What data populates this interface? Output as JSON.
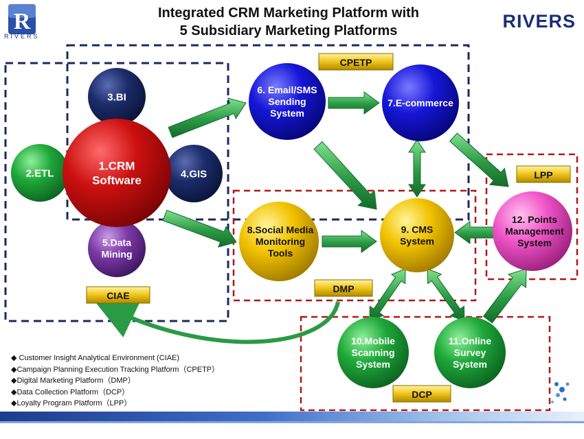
{
  "header": {
    "title_line1": "Integrated CRM Marketing Platform with",
    "title_line2": "5 Subsidiary Marketing Platforms",
    "brand": "RIVERS",
    "logo_letter": "R",
    "logo_word": "RIVERS"
  },
  "nodes": {
    "bi": [
      "3.BI"
    ],
    "etl": [
      "2.ETL"
    ],
    "crm": [
      "1.CRM",
      "Software"
    ],
    "gis": [
      "4.GIS"
    ],
    "mining": [
      "5.Data",
      "Mining"
    ],
    "email": [
      "6. Email/SMS",
      "Sending",
      "System"
    ],
    "ecommerce": [
      "7.E-commerce"
    ],
    "social": [
      "8.Social Media",
      "Monitoring",
      "Tools"
    ],
    "cms": [
      "9. CMS",
      "System"
    ],
    "points": [
      "12. Points",
      "Management",
      "System"
    ],
    "mobile": [
      "10.Mobile",
      "Scanning",
      "System"
    ],
    "survey": [
      "11.Online",
      "Survey",
      "System"
    ]
  },
  "platform_labels": {
    "ciae": "CIAE",
    "cpetp": "CPETP",
    "lpp": "LPP",
    "dmp": "DMP",
    "dcp": "DCP"
  },
  "legend": [
    "◆ Customer Insight Analytical Environment (CIAE)",
    "◆Campaign Planning Execution Tracking Platform（CPETP）",
    "◆Digital Marketing Platform（DMP）",
    "◆Data Collection Platform（DCP）",
    "◆Loyalty Program Platform（LPP）"
  ],
  "colors": {
    "navy": "#1c2c6b",
    "red": "#cc1010",
    "green": "#1fa83a",
    "blue": "#1616d8",
    "purple": "#7d3aa8",
    "yellow": "#f2c200",
    "pink": "#f055c8",
    "arrow": "#2a9a45",
    "label_box": "#f0c418",
    "dash_navy": "#1a2a5c",
    "dash_red": "#b01818"
  }
}
